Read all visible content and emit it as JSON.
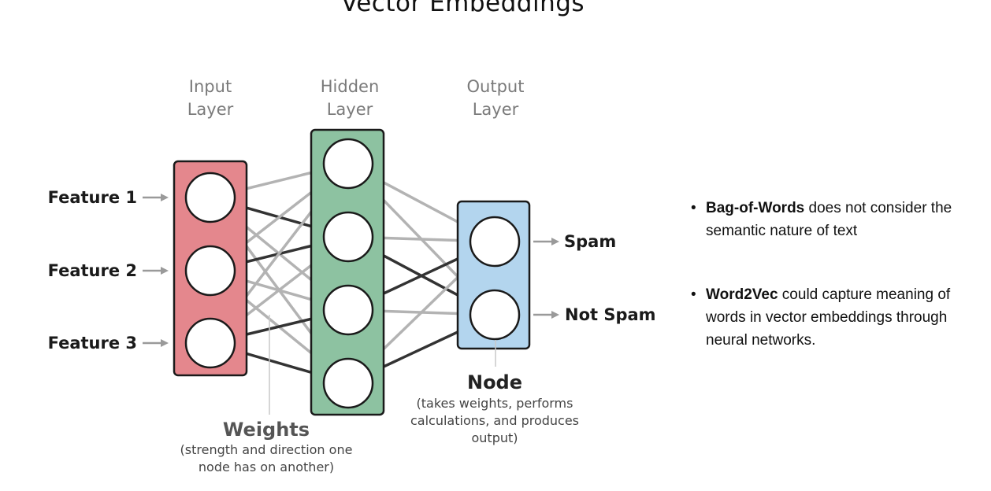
{
  "title": "Vector Embeddings",
  "layers": {
    "input": {
      "line1": "Input",
      "line2": "Layer",
      "color": "#e4878d"
    },
    "hidden": {
      "line1": "Hidden",
      "line2": "Layer",
      "color": "#8dc2a1"
    },
    "output": {
      "line1": "Output",
      "line2": "Layer",
      "color": "#b3d5ee"
    }
  },
  "features": [
    "Feature 1",
    "Feature 2",
    "Feature 3"
  ],
  "outputs": [
    "Spam",
    "Not Spam"
  ],
  "weights_caption": {
    "title": "Weights",
    "line1": "(strength and direction one",
    "line2": "node has on another)"
  },
  "node_caption": {
    "title": "Node",
    "line1": "(takes weights, performs",
    "line2": "calculations, and produces",
    "line3": "output)"
  },
  "notes": [
    {
      "bold": "Bag-of-Words",
      "text": " does not consider the semantic nature of text"
    },
    {
      "bold": "Word2Vec",
      "text": " could capture meaning of words in vector embeddings through neural networks."
    }
  ],
  "colors": {
    "weight_light": "#b3b3b3",
    "weight_dark": "#333333",
    "arrow": "#9a9a9a",
    "outline": "#1a1a1a"
  }
}
